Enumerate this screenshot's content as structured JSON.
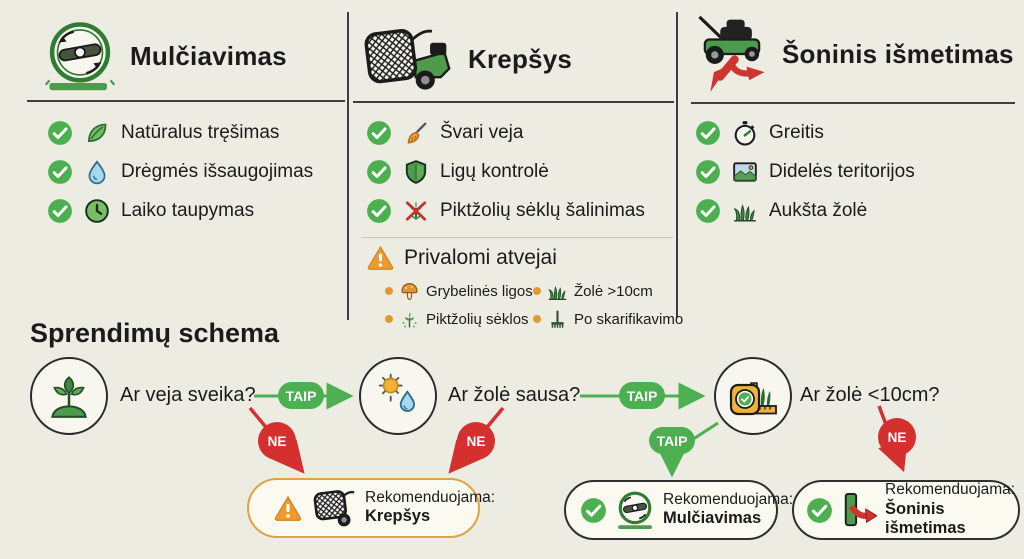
{
  "colors": {
    "background": "#EDECE3",
    "accent_green": "#4CAF50",
    "accent_red": "#D3302F",
    "accent_orange": "#DF9A33",
    "text": "#1b1b1b"
  },
  "columns": [
    {
      "title": "Mulčiavimas",
      "header_icon": "mulching-mower-icon",
      "benefits": [
        {
          "icon": "leaf-icon",
          "label": "Natūralus tręšimas"
        },
        {
          "icon": "droplet-icon",
          "label": "Drėgmės išsaugojimas"
        },
        {
          "icon": "clock-icon",
          "label": "Laiko taupymas"
        }
      ]
    },
    {
      "title": "Krepšys",
      "header_icon": "grass-basket-icon",
      "benefits": [
        {
          "icon": "broom-icon",
          "label": "Švari veja"
        },
        {
          "icon": "shield-icon",
          "label": "Ligų kontrolė"
        },
        {
          "icon": "no-weeds-icon",
          "label": "Piktžolių sėklų šalinimas"
        }
      ],
      "mandatory": {
        "icon": "warning-triangle-icon",
        "title": "Privalomi atvejai",
        "cases": [
          {
            "icon": "mushroom-icon",
            "label": "Grybelinės ligos"
          },
          {
            "icon": "tall-grass-icon",
            "label": "Žolė >10cm"
          },
          {
            "icon": "weed-seeds-icon",
            "label": "Piktžolių sėklos"
          },
          {
            "icon": "rake-icon",
            "label": "Po skarifikavimo"
          }
        ]
      }
    },
    {
      "title": "Šoninis išmetimas",
      "header_icon": "side-discharge-mower-icon",
      "benefits": [
        {
          "icon": "stopwatch-icon",
          "label": "Greitis"
        },
        {
          "icon": "landscape-icon",
          "label": "Didelės teritorijos"
        },
        {
          "icon": "tall-grass-icon",
          "label": "Aukšta žolė"
        }
      ]
    }
  ],
  "flowchart": {
    "title": "Sprendimų schema",
    "yes_label": "TAIP",
    "no_label": "NE",
    "questions": [
      {
        "icon": "healthy-plant-icon",
        "text": "Ar veja sveika?"
      },
      {
        "icon": "sun-droplet-icon",
        "text": "Ar žolė sausa?"
      },
      {
        "icon": "tape-measure-icon",
        "text": "Ar žolė <10cm?"
      }
    ],
    "recommendations": [
      {
        "status": "warning",
        "icon": "basket-mini-icon",
        "prefix": "Rekomenduojama:",
        "name": "Krepšys"
      },
      {
        "status": "ok",
        "icon": "mulch-mini-icon",
        "prefix": "Rekomenduojama:",
        "name": "Mulčiavimas"
      },
      {
        "status": "ok",
        "icon": "side-discharge-mini-icon",
        "prefix": "Rekomenduojama:",
        "name": "Šoninis išmetimas"
      }
    ]
  }
}
